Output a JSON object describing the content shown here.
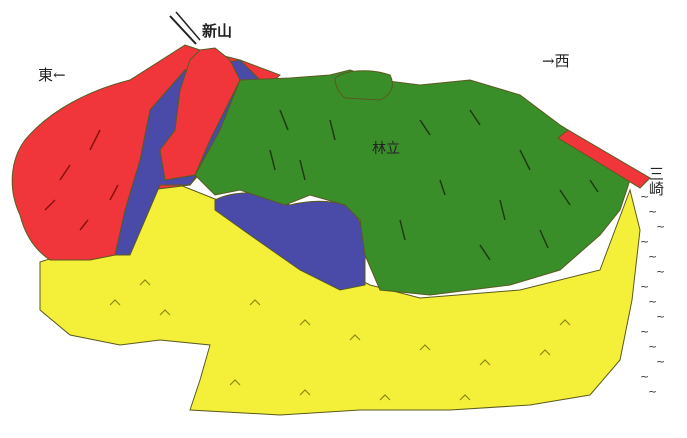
{
  "labels": {
    "peak": "新山",
    "east": "東←",
    "west": "→西",
    "middle": "林立",
    "right_edge": "三崎"
  },
  "colors": {
    "red": "#f0363a",
    "blue": "#4a4aa8",
    "green": "#3a8e2a",
    "yellow": "#f4f03a",
    "line": "#1e3a12"
  },
  "icons": {
    "peak_marker": "pointer-arrow-icon"
  }
}
